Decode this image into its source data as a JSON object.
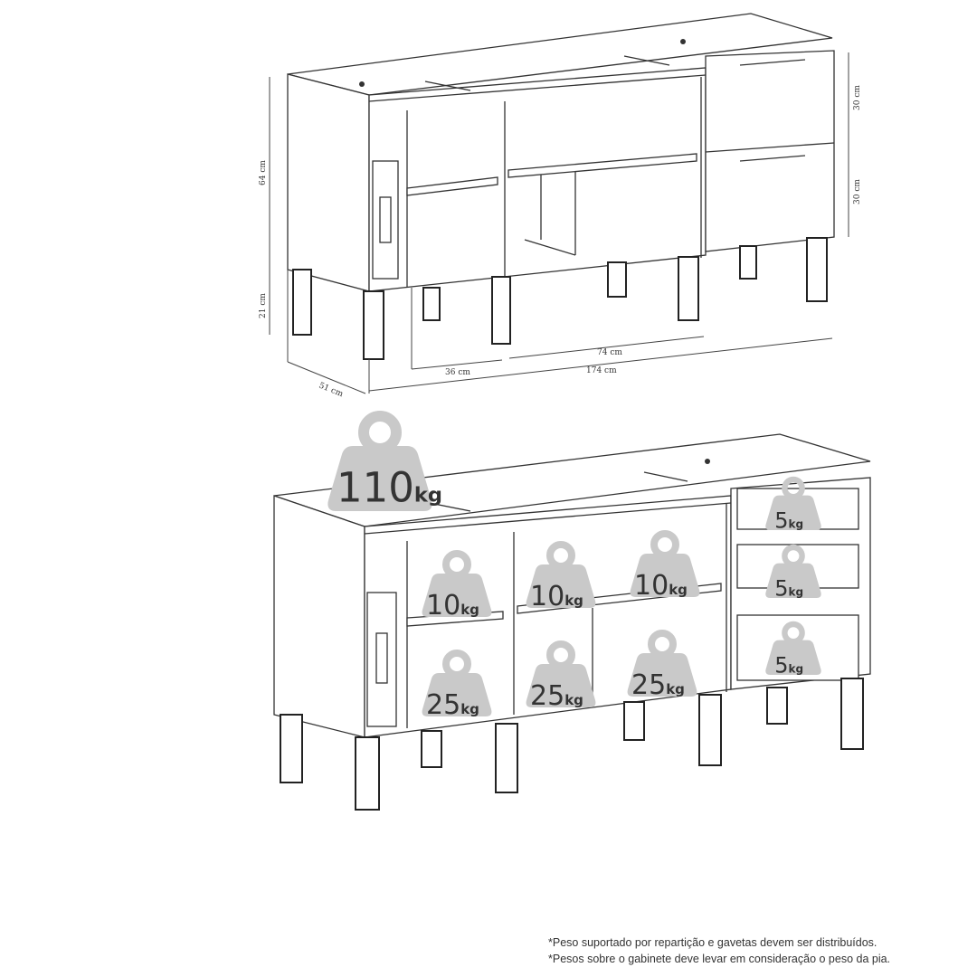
{
  "dimensions": {
    "height_body": "64 cm",
    "height_legs": "21 cm",
    "depth": "51 cm",
    "width_left": "36 cm",
    "width_center": "74 cm",
    "width_total": "174 cm",
    "drawer_top": "30 cm",
    "drawer_bottom": "30 cm"
  },
  "weights": {
    "unit": "kg",
    "top": "110",
    "shelves": [
      "10",
      "10",
      "10"
    ],
    "bottom_compartments": [
      "25",
      "25",
      "25"
    ],
    "drawers": [
      "5",
      "5",
      "5"
    ]
  },
  "notes": [
    "*Peso suportado por repartição e gavetas devem ser distribuídos.",
    "*Pesos sobre o gabinete deve levar em consideração o peso da pia."
  ]
}
